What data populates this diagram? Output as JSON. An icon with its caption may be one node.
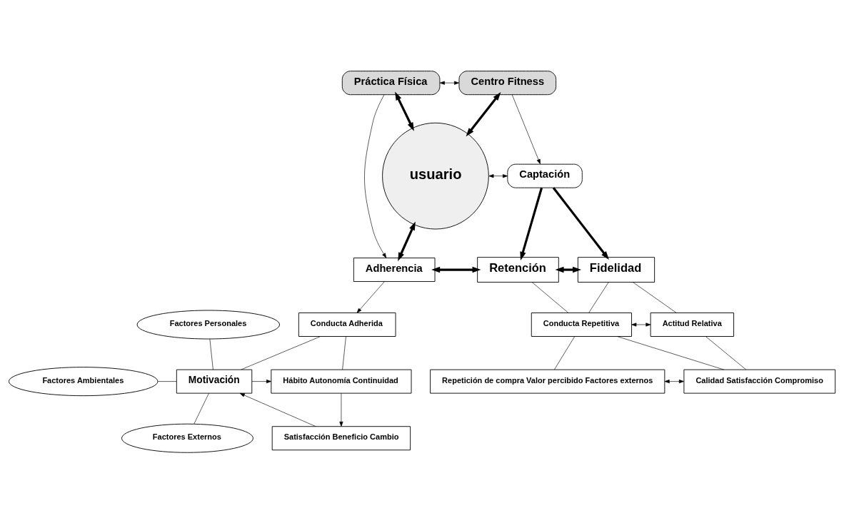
{
  "diagram": {
    "nodes": [
      {
        "text": [
          "Práctica Física"
        ]
      },
      {
        "text": [
          "Centro Fitness"
        ]
      },
      {
        "text": [
          "usuario"
        ]
      },
      {
        "text": [
          "Captación"
        ]
      },
      {
        "text": [
          "Adherencia"
        ]
      },
      {
        "text": [
          "Retención"
        ]
      },
      {
        "text": [
          "Fidelidad"
        ]
      },
      {
        "text": [
          "Conducta Adherida"
        ]
      },
      {
        "text": [
          "Conducta Repetitiva"
        ]
      },
      {
        "text": [
          "Actitud Relativa"
        ]
      },
      {
        "text": [
          "Factores Personales"
        ]
      },
      {
        "text": [
          "Factores Ambientales"
        ]
      },
      {
        "text": [
          "Factores Externos"
        ]
      },
      {
        "text": [
          "Motivación"
        ]
      },
      {
        "text": [
          "Hábito Autonomía Continuidad"
        ]
      },
      {
        "text": [
          "Repetición de compra Valor percibido Factores externos"
        ]
      },
      {
        "text": [
          "Calidad Satisfacción Compromiso"
        ]
      },
      {
        "text": [
          "Satisfacción Beneficio Cambio"
        ]
      }
    ],
    "edges": [
      {
        "from": 0,
        "to": 1,
        "arrow": "both"
      },
      {
        "from": 0,
        "to": 2,
        "arrow": "both",
        "style": "thick"
      },
      {
        "from": 1,
        "to": 2,
        "arrow": "both",
        "style": "thick"
      },
      {
        "from": 2,
        "to": 3,
        "arrow": "both"
      },
      {
        "from": 1,
        "to": 3,
        "arrow": "to"
      },
      {
        "from": 0,
        "to": 4,
        "arrow": "to"
      },
      {
        "from": 2,
        "to": 4,
        "arrow": "both",
        "style": "thick"
      },
      {
        "from": 3,
        "to": 5,
        "arrow": "to",
        "style": "thick"
      },
      {
        "from": 3,
        "to": 6,
        "arrow": "to",
        "style": "thick"
      },
      {
        "from": 4,
        "to": 5,
        "arrow": "both",
        "style": "thick"
      },
      {
        "from": 5,
        "to": 6,
        "arrow": "both",
        "style": "thick"
      },
      {
        "from": 4,
        "to": 7,
        "arrow": "to"
      },
      {
        "from": 5,
        "to": 8,
        "arrow": "none"
      },
      {
        "from": 6,
        "to": 8,
        "arrow": "none"
      },
      {
        "from": 6,
        "to": 9,
        "arrow": "none"
      },
      {
        "from": 8,
        "to": 9,
        "arrow": "both"
      },
      {
        "from": 7,
        "to": 13,
        "arrow": "none"
      },
      {
        "from": 7,
        "to": 14,
        "arrow": "none"
      },
      {
        "from": 10,
        "to": 13,
        "arrow": "none"
      },
      {
        "from": 11,
        "to": 13,
        "arrow": "none"
      },
      {
        "from": 12,
        "to": 13,
        "arrow": "none"
      },
      {
        "from": 13,
        "to": 14,
        "arrow": "to"
      },
      {
        "from": 8,
        "to": 15,
        "arrow": "none"
      },
      {
        "from": 8,
        "to": 16,
        "arrow": "none"
      },
      {
        "from": 9,
        "to": 16,
        "arrow": "none"
      },
      {
        "from": 15,
        "to": 16,
        "arrow": "both"
      },
      {
        "from": 14,
        "to": 17,
        "arrow": "to"
      },
      {
        "from": 17,
        "to": 13,
        "arrow": "to"
      }
    ]
  }
}
